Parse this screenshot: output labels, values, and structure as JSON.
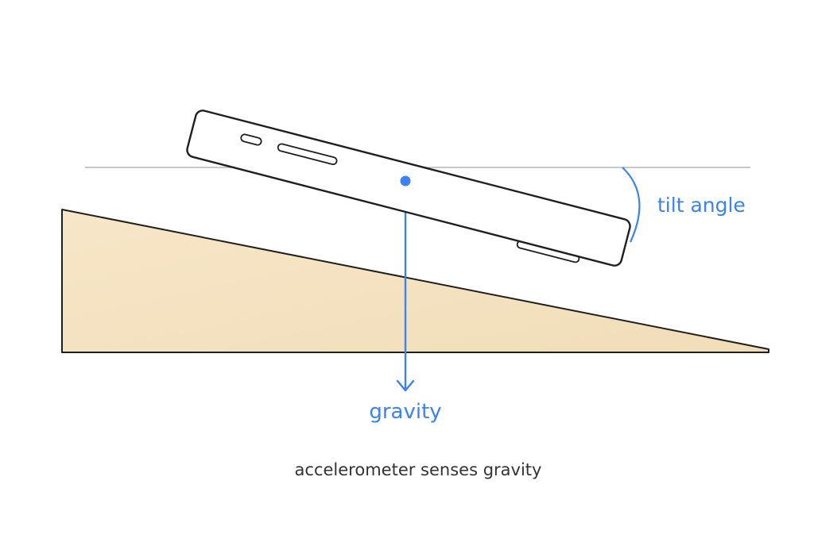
{
  "labels": {
    "tilt": "tilt angle",
    "gravity": "gravity",
    "caption": "accelerometer senses gravity"
  },
  "colors": {
    "accent": "#3b82f6",
    "wedge_fill": "#f5e3c3",
    "outline": "#1f1f1f",
    "horizon": "#b5b5b5",
    "caption_text": "#333333"
  },
  "icons": {
    "device": "phone-icon",
    "force": "arrow-down-icon"
  }
}
